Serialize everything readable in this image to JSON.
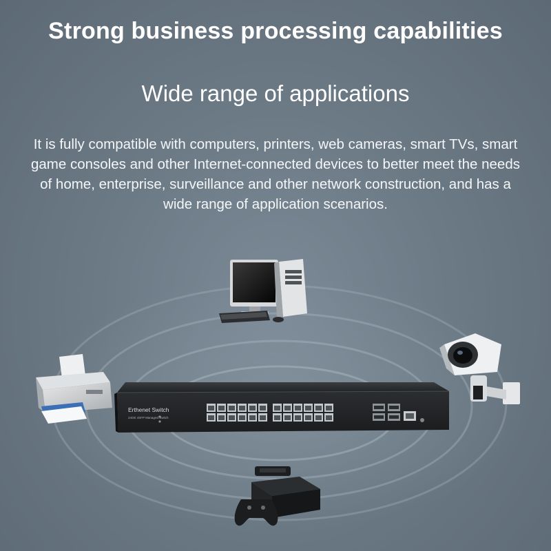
{
  "title": "Strong business processing capabilities",
  "subtitle": "Wide range of applications",
  "description": "It is fully compatible with computers, printers, web cameras, smart TVs, smart game consoles and other Internet-connected devices to better meet the needs of home, enterprise, surveillance and other network construction, and has a wide range of application scenarios.",
  "switch": {
    "brand_label": "Erthenet Switch",
    "model_label": "24GE 4SFP Managed Switch",
    "rj45_port_count": 24,
    "sfp_port_count": 4,
    "console_port_count": 1
  },
  "devices": [
    {
      "icon": "desktop-computer-icon"
    },
    {
      "icon": "printer-icon"
    },
    {
      "icon": "security-camera-icon"
    },
    {
      "icon": "game-console-icon"
    }
  ],
  "colors": {
    "background": "#6c7a86",
    "switch_body": "#2a2c2e",
    "text": "#ffffff"
  }
}
